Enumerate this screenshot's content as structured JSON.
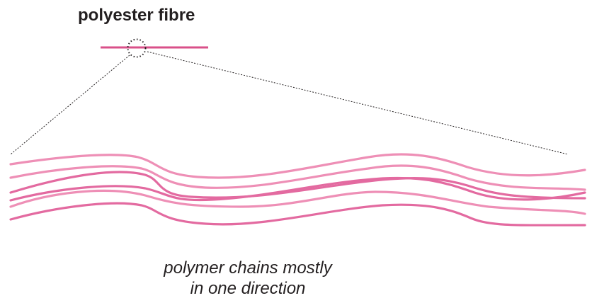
{
  "title": "polyester fibre",
  "caption": {
    "line1": "polymer chains mostly",
    "line2": "in one direction"
  },
  "colors": {
    "fibre": "#d9508a",
    "chain_light": "#ee8fb6",
    "chain_dark": "#e36aa0",
    "text": "#231f20"
  }
}
